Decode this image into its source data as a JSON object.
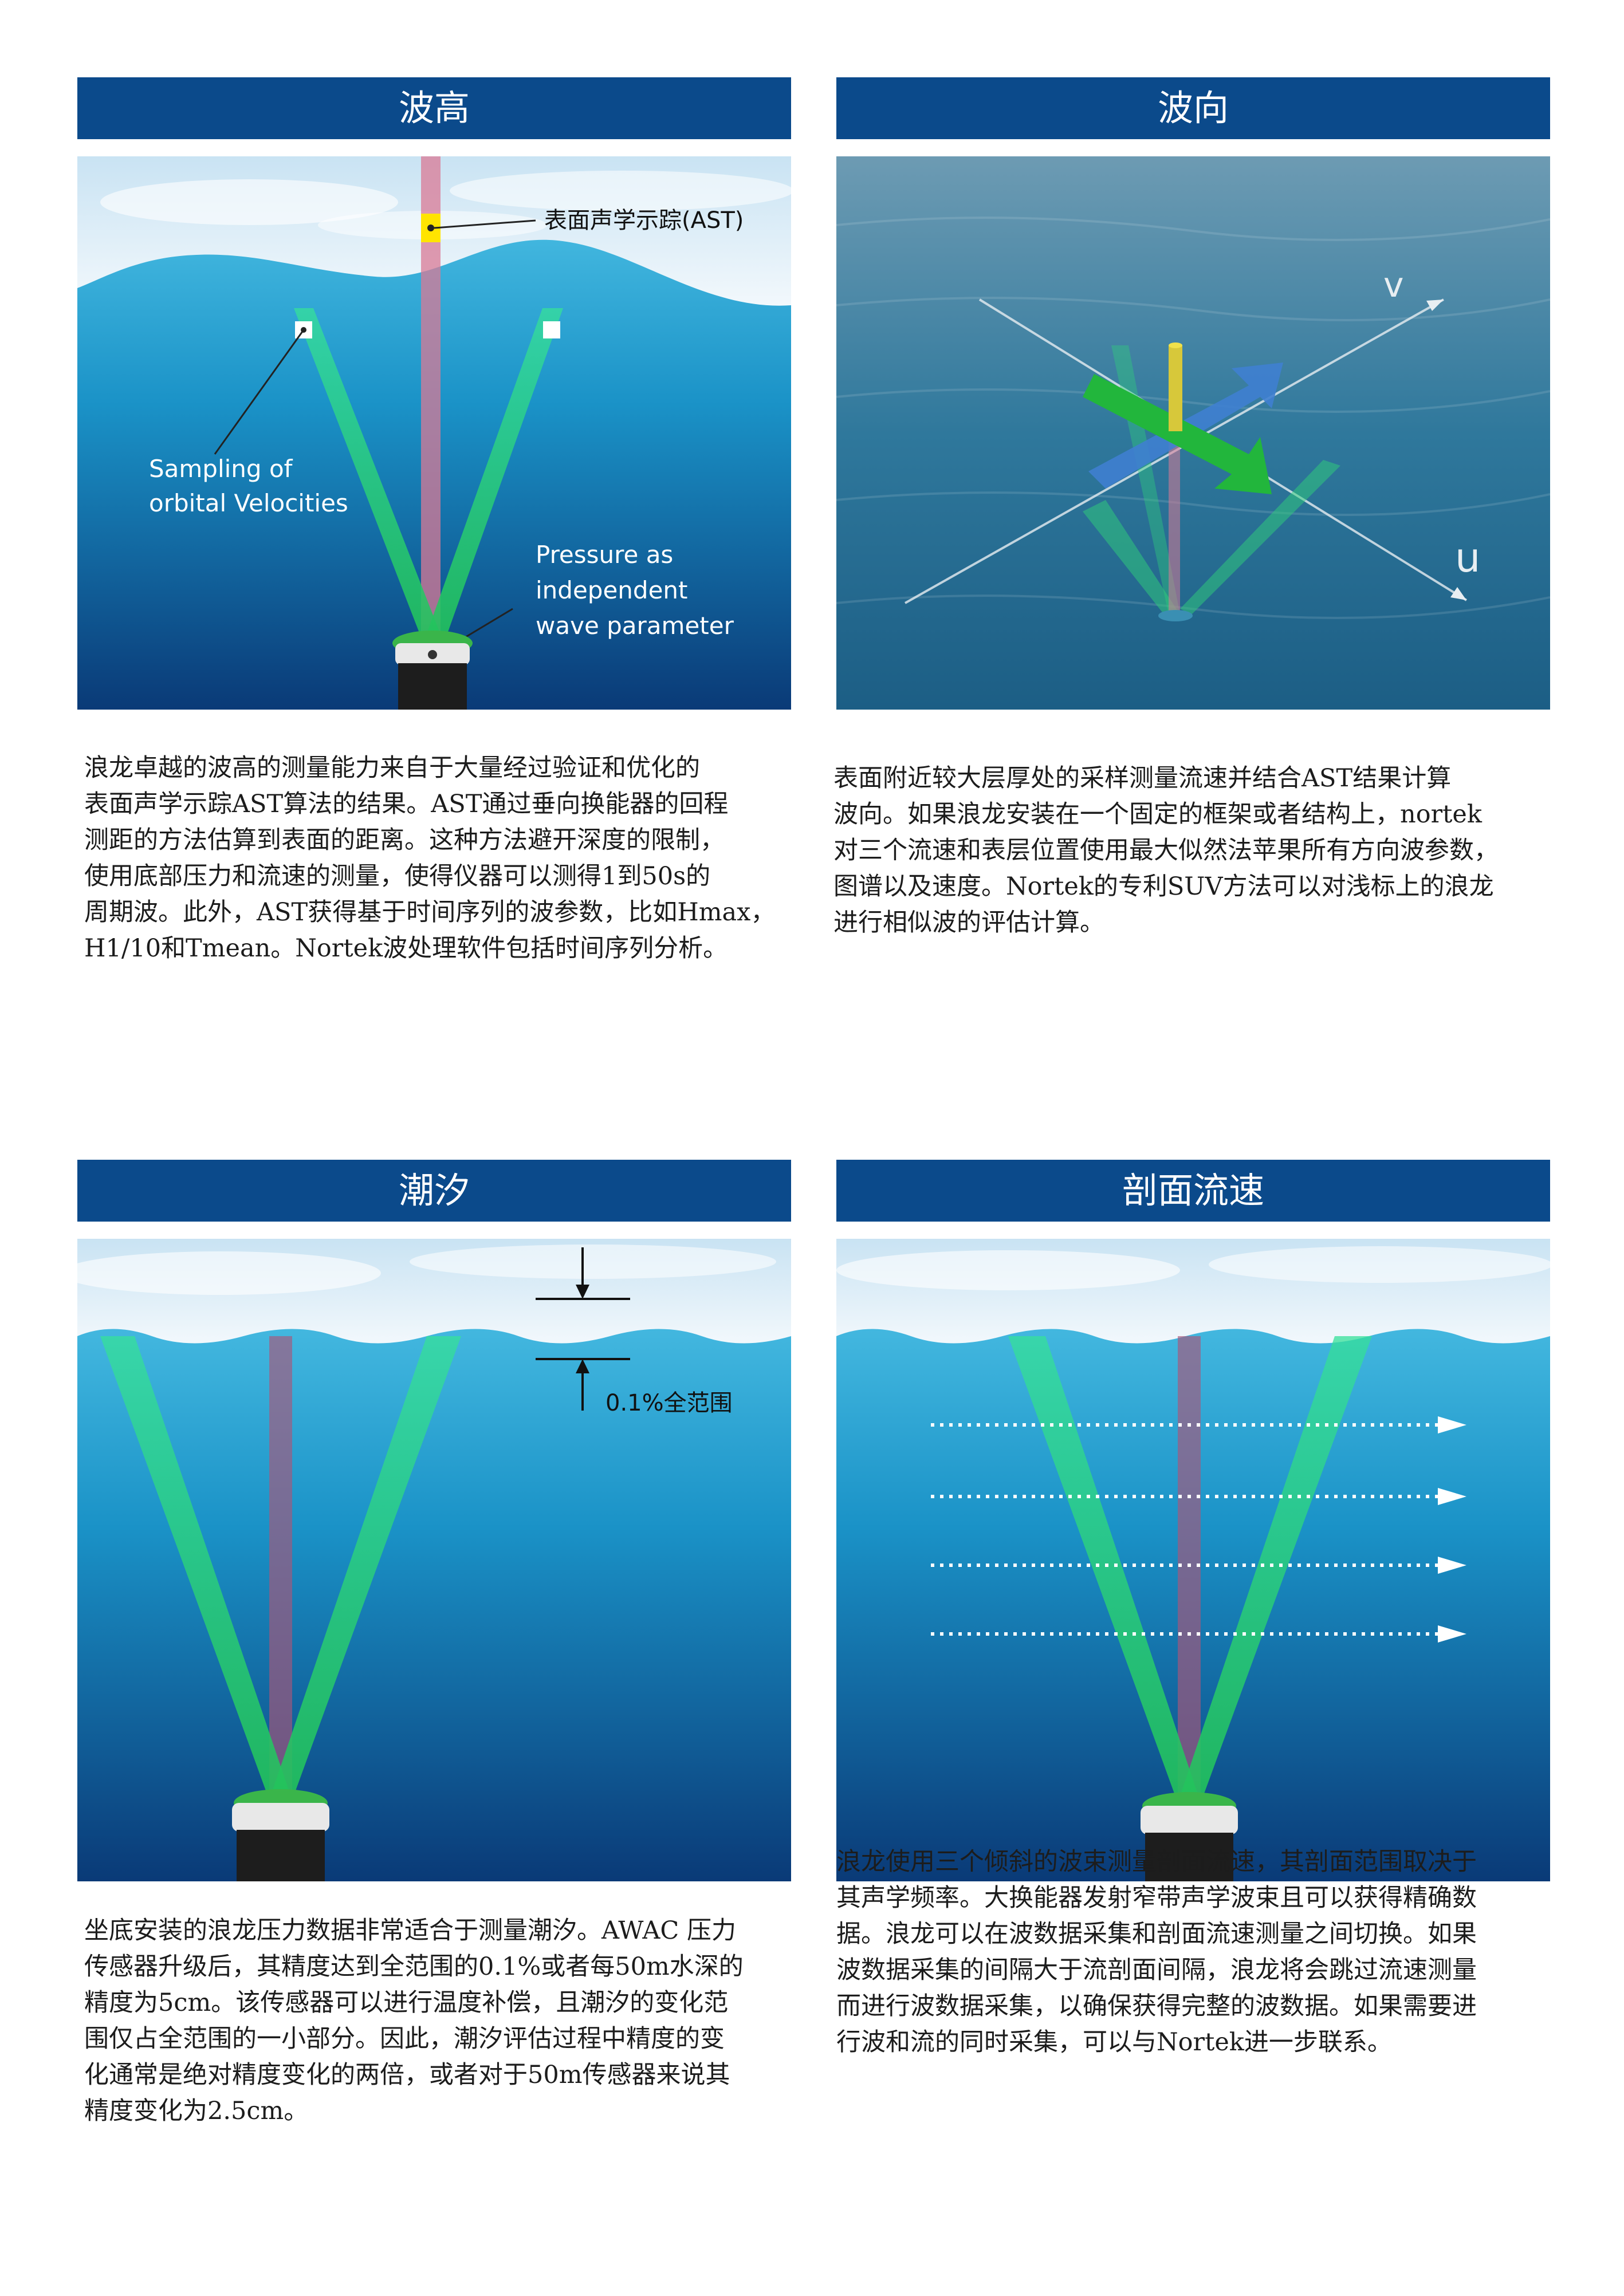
{
  "panels": {
    "wave_height": {
      "title": "波高",
      "labels": {
        "ast": "表面声学示踪(AST)",
        "sampling_1": "Sampling of",
        "sampling_2": "orbital Velocities",
        "pressure_1": "Pressure as",
        "pressure_2": "independent",
        "pressure_3": "wave parameter"
      },
      "paragraph": [
        "浪龙卓越的波高的测量能力来自于大量经过验证和优化的",
        "表面声学示踪AST算法的结果。AST通过垂向换能器的回程",
        "测距的方法估算到表面的距离。这种方法避开深度的限制，",
        "使用底部压力和流速的测量，使得仪器可以测得1到50s的",
        "周期波。此外，AST获得基于时间序列的波参数，比如Hmax，",
        "H1/10和Tmean。Nortek波处理软件包括时间序列分析。"
      ]
    },
    "wave_direction": {
      "title": "波向",
      "labels": {
        "v": "v",
        "u": "u"
      },
      "paragraph": [
        "表面附近较大层厚处的采样测量流速并结合AST结果计算",
        "波向。如果浪龙安装在一个固定的框架或者结构上，nortek",
        "对三个流速和表层位置使用最大似然法苹果所有方向波参数，",
        "图谱以及速度。Nortek的专利SUV方法可以对浅标上的浪龙",
        "进行相似波的评估计算。"
      ]
    },
    "tide": {
      "title": "潮汐",
      "labels": {
        "range": "0.1%全范围"
      },
      "paragraph": [
        "坐底安装的浪龙压力数据非常适合于测量潮汐。AWAC 压力",
        "传感器升级后，其精度达到全范围的0.1%或者每50m水深的",
        "精度为5cm。该传感器可以进行温度补偿，且潮汐的变化范",
        "围仅占全范围的一小部分。因此，潮汐评估过程中精度的变",
        "化通常是绝对精度变化的两倍，或者对于50m传感器来说其",
        "精度变化为2.5cm。"
      ]
    },
    "current_profile": {
      "title": "剖面流速",
      "paragraph": [
        "浪龙使用三个倾斜的波束测量剖面流速，其剖面范围取决于",
        "其声学频率。大换能器发射窄带声学波束且可以获得精确数",
        "据。浪龙可以在波数据采集和剖面流速测量之间切换。如果",
        "波数据采集的间隔大于流剖面间隔，浪龙将会跳过流速测量",
        "而进行波数据采集，以确保获得完整的波数据。如果需要进",
        "行波和流的同时采集，可以与Nortek进一步联系。"
      ]
    }
  },
  "colors": {
    "banner": "#0b4a8b",
    "beam_green": "#2fd07a",
    "beam_vertical": "#a9567a",
    "ast_marker": "#ffe400",
    "arrow_green": "#22b63c",
    "arrow_blue": "#3f7fd0"
  }
}
